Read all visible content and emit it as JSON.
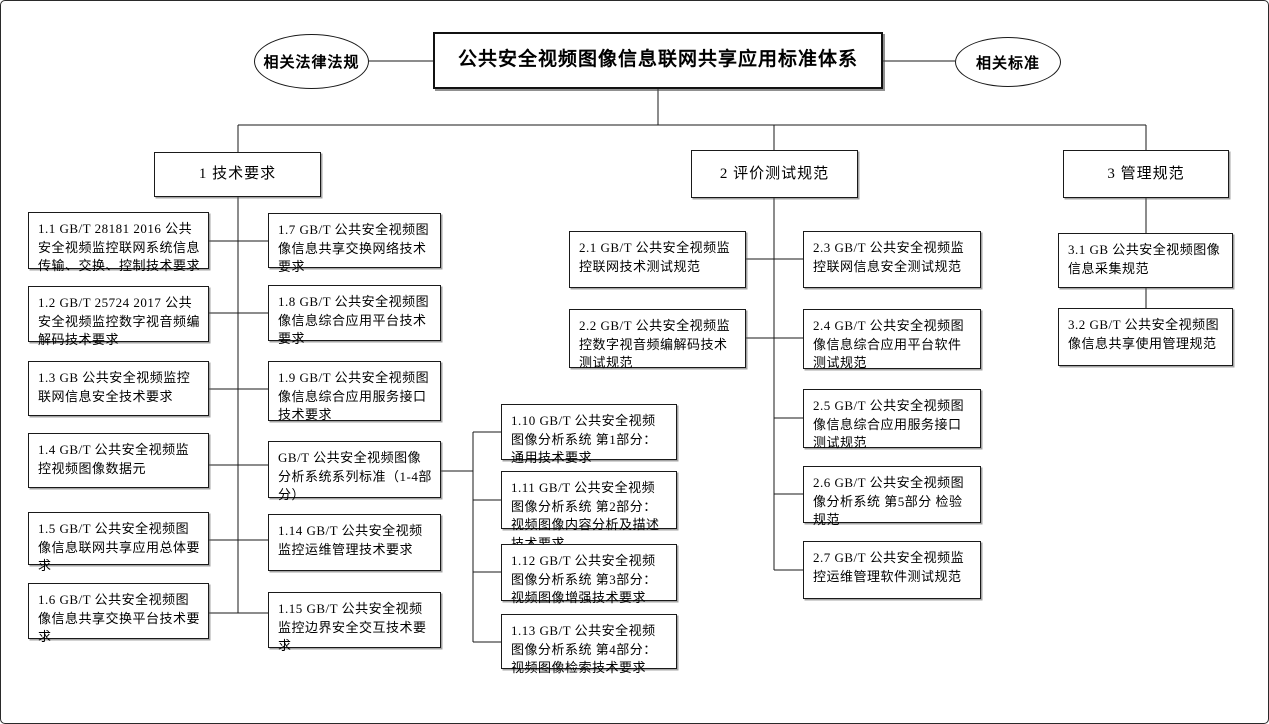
{
  "title": "公共安全视频图像信息联网共享应用标准体系",
  "ellipses": {
    "left": "相关法律法规",
    "right": "相关标准"
  },
  "branches": {
    "b1": "1 技术要求",
    "b2": "2 评价测试规范",
    "b3": "3 管理规范"
  },
  "s1_left": [
    "1.1 GB/T 28181 2016 公共安全视频监控联网系统信息传输、交换、控制技术要求",
    "1.2 GB/T 25724 2017 公共安全视频监控数字视音频编解码技术要求",
    "1.3 GB 公共安全视频监控联网信息安全技术要求",
    "1.4 GB/T 公共安全视频监控视频图像数据元",
    "1.5 GB/T 公共安全视频图像信息联网共享应用总体要求",
    "1.6 GB/T 公共安全视频图像信息共享交换平台技术要求"
  ],
  "s1_mid": [
    "1.7 GB/T 公共安全视频图像信息共享交换网络技术要求",
    "1.8 GB/T 公共安全视频图像信息综合应用平台技术要求",
    "1.9 GB/T 公共安全视频图像信息综合应用服务接口技术要求",
    "GB/T 公共安全视频图像分析系统系列标准（1-4部分）",
    "1.14 GB/T 公共安全视频监控运维管理技术要求",
    "1.15 GB/T 公共安全视频监控边界安全交互技术要求"
  ],
  "s1_right": [
    "1.10 GB/T 公共安全视频图像分析系统 第1部分： 通用技术要求",
    "1.11 GB/T 公共安全视频图像分析系统 第2部分： 视频图像内容分析及描述技术要求",
    "1.12 GB/T 公共安全视频图像分析系统 第3部分： 视频图像增强技术要求",
    "1.13 GB/T 公共安全视频图像分析系统 第4部分： 视频图像检索技术要求"
  ],
  "s2_left": [
    "2.1 GB/T 公共安全视频监控联网技术测试规范",
    "2.2 GB/T 公共安全视频监控数字视音频编解码技术测试规范"
  ],
  "s2_right": [
    "2.3 GB/T 公共安全视频监控联网信息安全测试规范",
    "2.4 GB/T 公共安全视频图像信息综合应用平台软件测试规范",
    "2.5 GB/T 公共安全视频图像信息综合应用服务接口测试规范",
    "2.6 GB/T 公共安全视频图像分析系统 第5部分 检验规范",
    "2.7 GB/T 公共安全视频监控运维管理软件测试规范"
  ],
  "s3": [
    "3.1 GB 公共安全视频图像信息采集规范",
    "3.2 GB/T 公共安全视频图像信息共享使用管理规范"
  ]
}
